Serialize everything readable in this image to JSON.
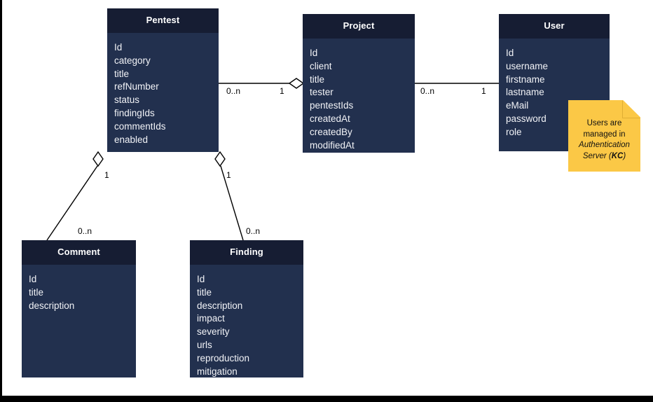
{
  "diagram": {
    "kind": "uml-class-diagram",
    "background_color": "#ffffff",
    "class_header_color": "#161d33",
    "class_body_color": "#22304e",
    "class_text_color": "#f2f3f7",
    "note_color": "#fbc846",
    "connector_color": "#000000"
  },
  "classes": {
    "pentest": {
      "name": "Pentest",
      "attributes": [
        "Id",
        "category",
        "title",
        "refNumber",
        "status",
        "findingIds",
        "commentIds",
        "enabled"
      ]
    },
    "project": {
      "name": "Project",
      "attributes": [
        "Id",
        "client",
        "title",
        "tester",
        "pentestIds",
        "createdAt",
        "createdBy",
        "modifiedAt"
      ]
    },
    "user": {
      "name": "User",
      "attributes": [
        "Id",
        "username",
        "firstname",
        "lastname",
        "eMail",
        "password",
        "role"
      ]
    },
    "comment": {
      "name": "Comment",
      "attributes": [
        "Id",
        "title",
        "description"
      ]
    },
    "finding": {
      "name": "Finding",
      "attributes": [
        "Id",
        "title",
        "description",
        "impact",
        "severity",
        "urls",
        "reproduction",
        "mitigation"
      ]
    }
  },
  "associations": [
    {
      "id": "pentest-project",
      "from": "pentest",
      "to": "project",
      "from_multiplicity": "0..n",
      "to_multiplicity": "1",
      "aggregation_end": "project",
      "aggregation_marker": "open-diamond"
    },
    {
      "id": "project-user",
      "from": "project",
      "to": "user",
      "from_multiplicity": "0..n",
      "to_multiplicity": "1",
      "aggregation_end": "none",
      "aggregation_marker": "none"
    },
    {
      "id": "pentest-comment",
      "from": "pentest",
      "to": "comment",
      "from_multiplicity": "1",
      "to_multiplicity": "0..n",
      "aggregation_end": "pentest",
      "aggregation_marker": "open-diamond"
    },
    {
      "id": "pentest-finding",
      "from": "pentest",
      "to": "finding",
      "from_multiplicity": "1",
      "to_multiplicity": "0..n",
      "aggregation_end": "pentest",
      "aggregation_marker": "open-diamond"
    }
  ],
  "note": {
    "id": "user-note",
    "line1": "Users are",
    "line2": "managed in",
    "line3_italic": "Authentication",
    "line4_italic": "Server",
    "line4_paren_open": " (",
    "line4_bold": "KC",
    "line4_paren_close": ")"
  }
}
